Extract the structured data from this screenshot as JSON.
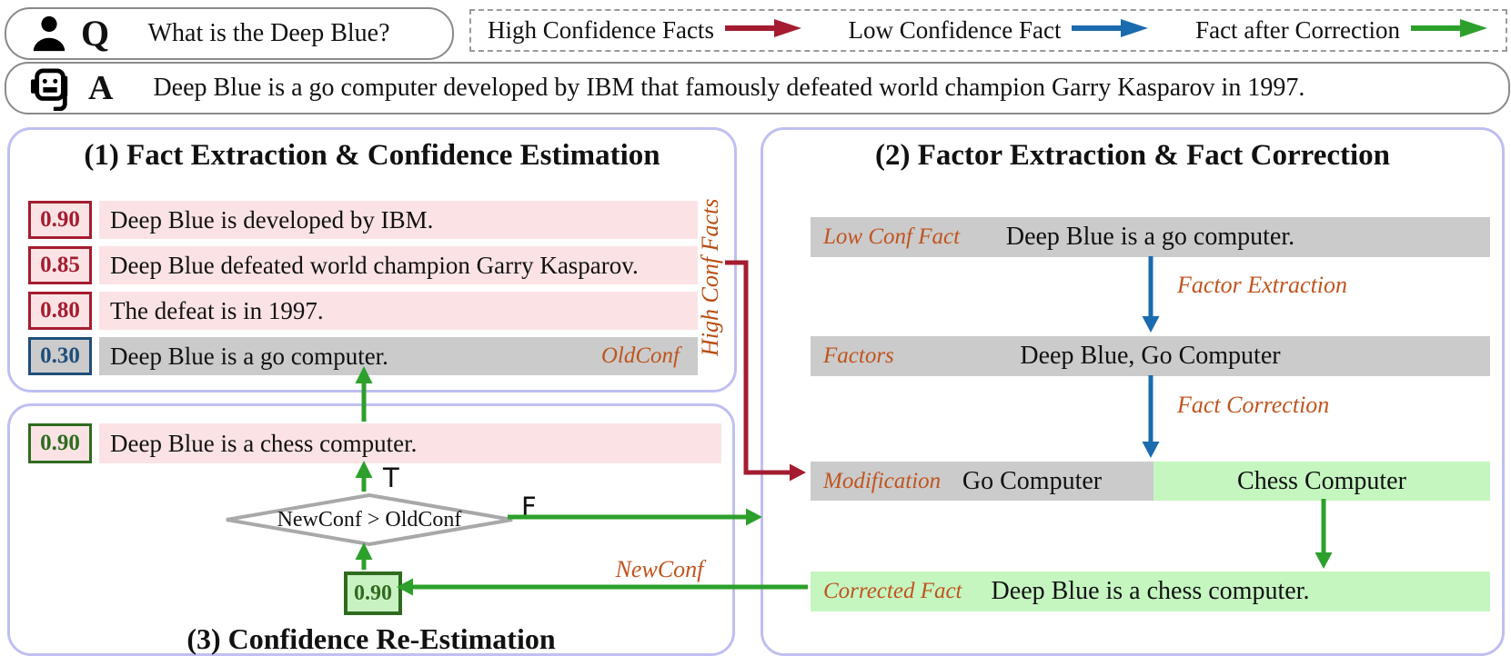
{
  "question": {
    "speaker": "Q",
    "text": "What is the Deep Blue?"
  },
  "answer": {
    "speaker": "A",
    "text": "Deep Blue is a go computer developed by IBM that famously defeated world champion Garry Kasparov in 1997."
  },
  "legend": {
    "items": [
      {
        "label": "High Confidence Facts",
        "color": "#a51c30"
      },
      {
        "label": "Low Confidence Fact",
        "color": "#1b6baf"
      },
      {
        "label": "Fact after Correction",
        "color": "#2da02b"
      }
    ]
  },
  "panel1": {
    "title": "(1) Fact Extraction & Confidence Estimation",
    "side_label": "High Conf Facts",
    "facts": [
      {
        "score": "0.90",
        "text": "Deep Blue is developed by IBM.",
        "confidence": "high"
      },
      {
        "score": "0.85",
        "text": "Deep Blue defeated world champion Garry Kasparov.",
        "confidence": "high"
      },
      {
        "score": "0.80",
        "text": "The defeat is in 1997.",
        "confidence": "high"
      },
      {
        "score": "0.30",
        "text": "Deep Blue is a go computer.",
        "confidence": "low",
        "tag": "OldConf"
      }
    ]
  },
  "panel2": {
    "title": "(2) Factor Extraction & Fact Correction",
    "rows": {
      "low_conf": {
        "label": "Low Conf Fact",
        "text": "Deep Blue is a go computer."
      },
      "factors": {
        "label": "Factors",
        "text": "Deep Blue, Go Computer"
      },
      "modification": {
        "label": "Modification",
        "old": "Go Computer",
        "new": "Chess Computer"
      },
      "corrected": {
        "label": "Corrected Fact",
        "text": "Deep Blue is a chess computer."
      }
    },
    "arrow_labels": {
      "factor_extraction": "Factor Extraction",
      "fact_correction": "Fact Correction"
    }
  },
  "panel3": {
    "title": "(3) Confidence Re-Estimation",
    "fact": {
      "score": "0.90",
      "text": "Deep Blue is a chess computer."
    },
    "decision": "NewConf > OldConf",
    "branch_true": "T",
    "branch_false": "F",
    "new_conf_box": "0.90",
    "new_conf_label": "NewConf"
  },
  "colors": {
    "high_confidence": "#a51c30",
    "low_confidence": "#1b6baf",
    "corrected": "#2da02b",
    "pink_bg": "#fbe3e5",
    "gray_bg": "#cbcbcb",
    "green_bg": "#c5f6c0",
    "panel_border": "#bfbff2",
    "label_orange": "#c0541e"
  }
}
